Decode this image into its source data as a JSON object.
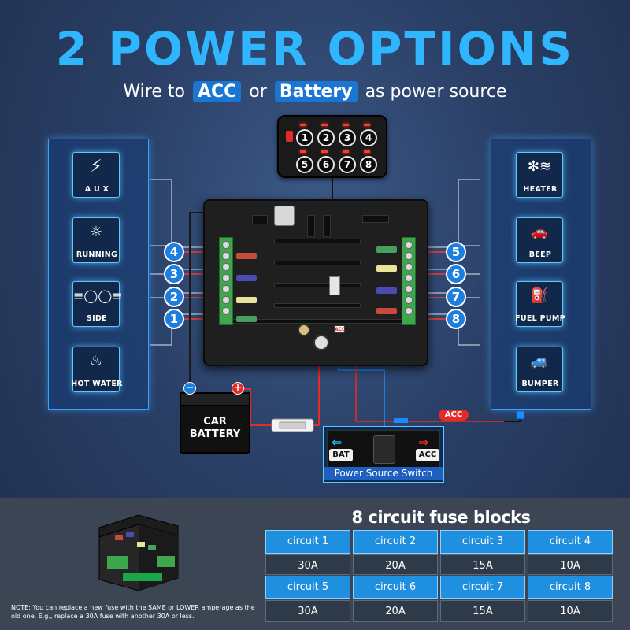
{
  "headline": "2 POWER OPTIONS",
  "subline": {
    "prefix": "Wire to",
    "acc": "ACC",
    "or": "or",
    "battery": "Battery",
    "suffix": "as power source"
  },
  "controller": {
    "buttons": [
      "1",
      "2",
      "3",
      "4",
      "5",
      "6",
      "7",
      "8"
    ]
  },
  "left_accessories": [
    {
      "label": "A U X",
      "icon": "lightning-icon"
    },
    {
      "label": "RUNNING",
      "icon": "running-light-icon"
    },
    {
      "label": "SIDE",
      "icon": "side-light-icon"
    },
    {
      "label": "HOT WATER",
      "icon": "hot-water-icon"
    }
  ],
  "right_accessories": [
    {
      "label": "HEATER",
      "icon": "heater-fan-icon"
    },
    {
      "label": "BEEP",
      "icon": "beep-car-icon"
    },
    {
      "label": "FUEL PUMP",
      "icon": "fuel-pump-icon"
    },
    {
      "label": "BUMPER",
      "icon": "bumper-car-icon"
    }
  ],
  "left_numbers": [
    "4",
    "3",
    "2",
    "1"
  ],
  "right_numbers": [
    "5",
    "6",
    "7",
    "8"
  ],
  "fusebox_tag": "ACC",
  "battery": {
    "line1": "CAR",
    "line2": "BATTERY",
    "neg": "−",
    "pos": "+"
  },
  "acc_wire_tag": "ACC",
  "power_switch": {
    "caption": "Power Source Switch",
    "bat_label": "BAT",
    "acc_label": "ACC"
  },
  "fuse_table": {
    "title": "8 circuit fuse blocks",
    "rows": [
      {
        "headers": [
          "circuit 1",
          "circuit 2",
          "circuit 3",
          "circuit 4"
        ],
        "values": [
          "30A",
          "20A",
          "15A",
          "10A"
        ]
      },
      {
        "headers": [
          "circuit 5",
          "circuit 6",
          "circuit 7",
          "circuit 8"
        ],
        "values": [
          "30A",
          "20A",
          "15A",
          "10A"
        ]
      }
    ]
  },
  "note": "NOTE: You can replace a new fuse with the SAME or LOWER amperage as the old one. E.g., replace a 30A fuse with another 30A or less.",
  "colors": {
    "headline": "#2fb6ff",
    "accent_blue": "#1976d2",
    "acc_red": "#e52a2a",
    "terminal_green": "#3ea74e"
  }
}
